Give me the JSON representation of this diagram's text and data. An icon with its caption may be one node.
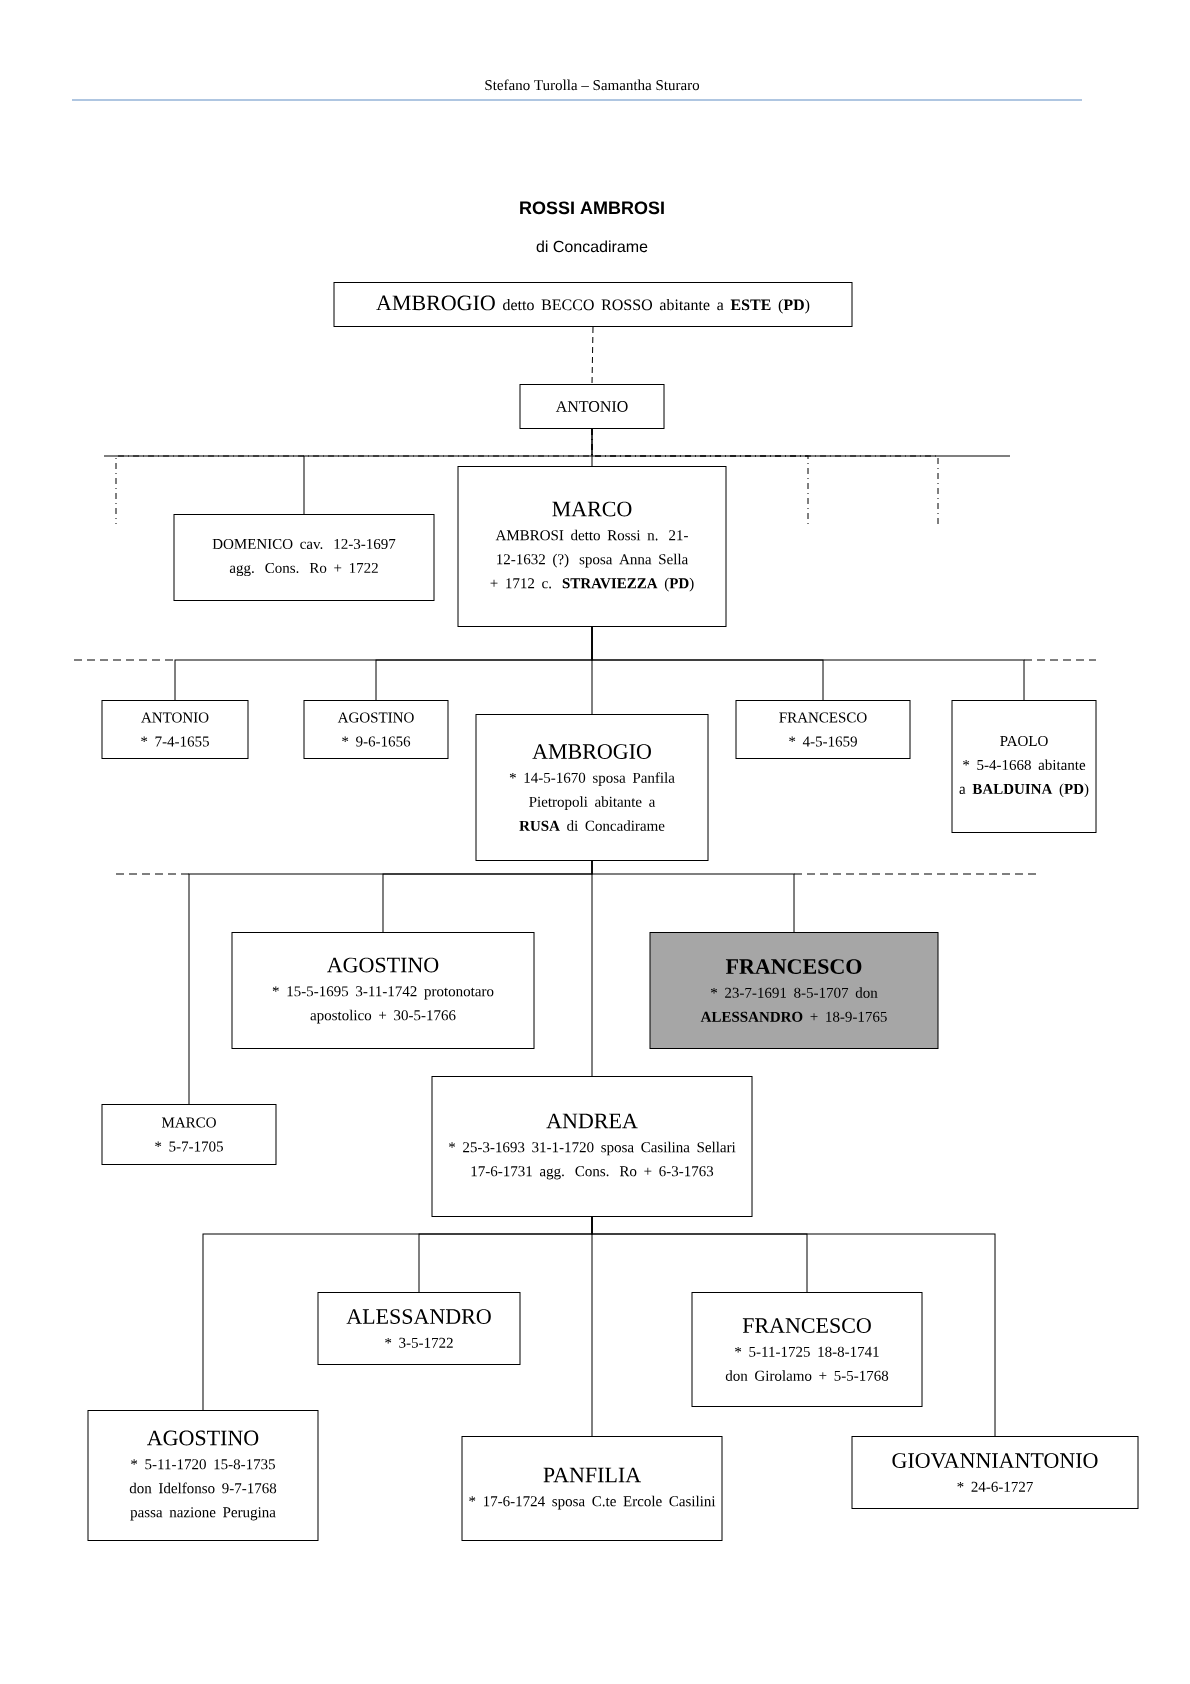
{
  "diagram": {
    "title": "ROSSI AMBROSI",
    "nodes": [
      {
        "text": [
          "AMBROGIO",
          "detto BECCO ROSSO abitante a **ESTE** (**PD**)"
        ]
      },
      {
        "text": [
          "ANTONIO"
        ]
      },
      {
        "text": [
          "DOMENICO cav. 12-3-1697 agg. Cons. Ro + 1722"
        ]
      },
      {
        "text": [
          "MARCO",
          "AMBROSI detto Rossi n. 21-12-1632 (?) sposa Anna Sella + 1712 c. **STRAVIEZZA** (**PD**)"
        ]
      },
      {
        "text": [
          "ANTONIO",
          "* 7-4-1655"
        ]
      },
      {
        "text": [
          "AGOSTINO",
          "* 9-6-1656"
        ]
      },
      {
        "text": [
          "AMBROGIO",
          "* 14-5-1670 sposa Panfila Pietropoli abitante a **RUSA** di Concadirame"
        ]
      },
      {
        "text": [
          "FRANCESCO",
          "* 4-5-1659"
        ]
      },
      {
        "text": [
          "PAOLO",
          "* 5-4-1668 abitante a **BALDUINA** (**PD**)"
        ]
      },
      {
        "text": [
          "AGOSTINO",
          "* 15-5-1695 3-11-1742 protonotaro apostolico + 30-5-1766"
        ]
      },
      {
        "text": [
          "FRANCESCO",
          "* 23-7-1691 8-5-1707 don **ALESSANDRO** + 18-9-1765"
        ]
      },
      {
        "text": [
          "MARCO",
          "* 5-7-1705"
        ]
      },
      {
        "text": [
          "ANDREA",
          "* 25-3-1693 31-1-1720 sposa Casilina Sellari 17-6-1731 agg. Cons. Ro + 6-3-1763"
        ]
      },
      {
        "text": [
          "ALESSANDRO",
          "* 3-5-1722"
        ]
      },
      {
        "text": [
          "FRANCESCO",
          "* 5-11-1725 18-8-1741 don Girolamo + 5-5-1768"
        ]
      },
      {
        "text": [
          "AGOSTINO",
          "* 5-11-1720 15-8-1735 don Idelfonso 9-7-1768 passa nazione Perugina"
        ]
      },
      {
        "text": [
          "PANFILIA",
          "* 17-6-1724 sposa C.te Ercole Casilini"
        ]
      },
      {
        "text": [
          "GIOVANNIANTONIO",
          "* 24-6-1727"
        ]
      }
    ],
    "edges": [
      {
        "from": 0,
        "to": 1,
        "arrow": "none",
        "style": "dashed"
      },
      {
        "from": 1,
        "to": null,
        "arrow": "none",
        "style": "dashed"
      },
      {
        "from": 1,
        "to": 2,
        "arrow": "none"
      },
      {
        "from": 1,
        "to": 3,
        "arrow": "none"
      },
      {
        "from": 1,
        "to": null,
        "arrow": "none",
        "style": "dashed"
      },
      {
        "from": 1,
        "to": null,
        "arrow": "none",
        "style": "dashed"
      },
      {
        "from": 3,
        "to": 4,
        "arrow": "none"
      },
      {
        "from": 3,
        "to": 5,
        "arrow": "none"
      },
      {
        "from": 3,
        "to": 6,
        "arrow": "none"
      },
      {
        "from": 3,
        "to": 7,
        "arrow": "none"
      },
      {
        "from": 3,
        "to": 8,
        "arrow": "none"
      },
      {
        "from": 6,
        "to": 11,
        "arrow": "none"
      },
      {
        "from": 6,
        "to": 9,
        "arrow": "none"
      },
      {
        "from": 6,
        "to": 12,
        "arrow": "none"
      },
      {
        "from": 6,
        "to": 10,
        "arrow": "none"
      },
      {
        "from": 12,
        "to": 15,
        "arrow": "none"
      },
      {
        "from": 12,
        "to": 13,
        "arrow": "none"
      },
      {
        "from": 12,
        "to": 16,
        "arrow": "none"
      },
      {
        "from": 12,
        "to": 14,
        "arrow": "none"
      },
      {
        "from": 12,
        "to": 17,
        "arrow": "none"
      }
    ],
    "labels": [
      "Stefano Turolla – Samantha Sturaro",
      "di Concadirame"
    ]
  }
}
